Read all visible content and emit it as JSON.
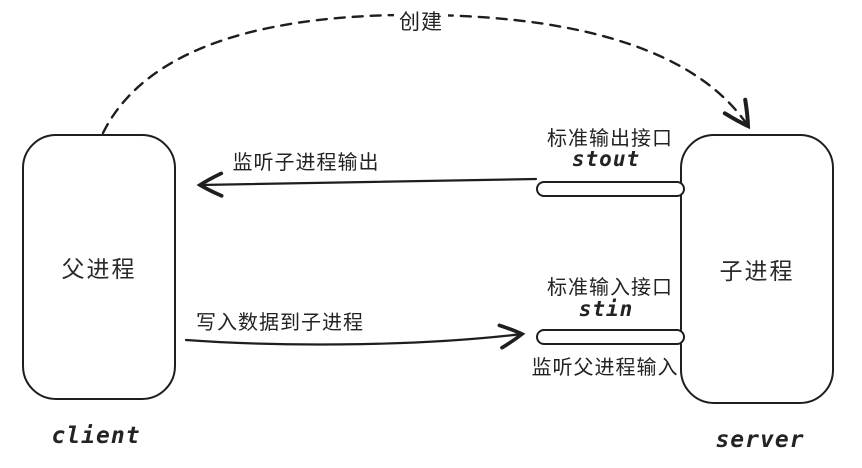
{
  "diagram": {
    "create_arrow": {
      "label": "创建"
    },
    "client_box": {
      "title": "父进程",
      "caption": "client"
    },
    "server_box": {
      "title": "子进程",
      "caption": "server"
    },
    "stdout_pipe": {
      "interface_label": "标准输出接口",
      "interface_name": "stout",
      "arrow_label": "监听子进程输出"
    },
    "stdin_pipe": {
      "interface_label": "标准输入接口",
      "interface_name": "stin",
      "arrow_label": "写入数据到子进程",
      "listener_label": "监听父进程输入"
    },
    "colors": {
      "ink": "#1e1e1e",
      "background": "#ffffff"
    }
  }
}
